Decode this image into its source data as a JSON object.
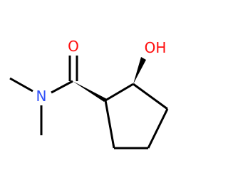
{
  "molecule": {
    "atoms": {
      "oxygen_carbonyl": {
        "label": "O",
        "color": "#ff0d0d"
      },
      "oxygen_hydroxyl": {
        "label": "OH",
        "color": "#ff0d0d"
      },
      "nitrogen": {
        "label": "N",
        "color": "#3050f8"
      }
    },
    "bond_color": "#000000",
    "background": "#ffffff"
  }
}
